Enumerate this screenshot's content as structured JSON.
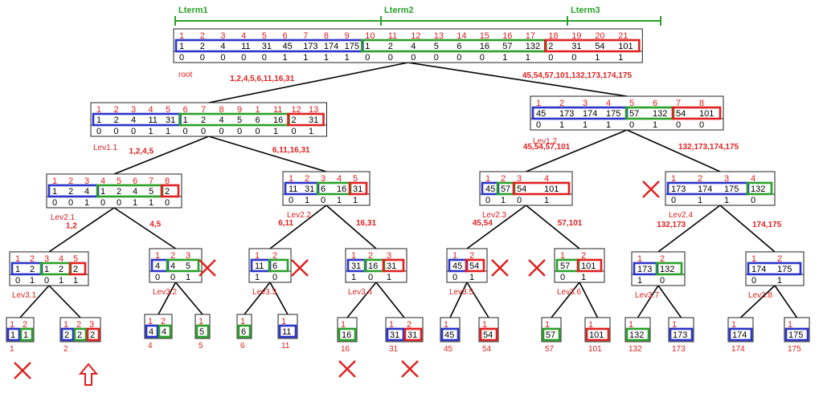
{
  "colors": {
    "blue": "#2b35c9",
    "green": "#2aa02a",
    "red": "#e02020",
    "black": "#000000"
  },
  "terms": [
    {
      "label": "Lterm1",
      "color": "green"
    },
    {
      "label": "Lterm2",
      "color": "green"
    },
    {
      "label": "Lterm3",
      "color": "green"
    }
  ],
  "nodes": [
    {
      "id": "root",
      "label": "root",
      "indices": [
        "1",
        "2",
        "3",
        "4",
        "5",
        "6",
        "7",
        "8",
        "9",
        "10",
        "11",
        "12",
        "13",
        "14",
        "15",
        "16",
        "17",
        "18",
        "19",
        "20",
        "21"
      ],
      "values": [
        "1",
        "2",
        "4",
        "11",
        "31",
        "45",
        "173",
        "174",
        "175",
        "1",
        "2",
        "4",
        "5",
        "6",
        "16",
        "57",
        "132",
        "2",
        "31",
        "54",
        "101"
      ],
      "bits": [
        "0",
        "0",
        "0",
        "0",
        "0",
        "1",
        "1",
        "1",
        "1",
        "0",
        "0",
        "0",
        "0",
        "0",
        "0",
        "1",
        "1",
        "0",
        "0",
        "1",
        "1"
      ],
      "groups": [
        {
          "color": "blue",
          "from": 0,
          "to": 8
        },
        {
          "color": "green",
          "from": 9,
          "to": 16
        },
        {
          "color": "red",
          "from": 17,
          "to": 20
        }
      ]
    },
    {
      "id": "lev11",
      "label": "Lev1.1",
      "indices": [
        "1",
        "2",
        "3",
        "4",
        "5",
        "6",
        "7",
        "8",
        "9",
        "1",
        "11",
        "12",
        "13"
      ],
      "values": [
        "1",
        "2",
        "4",
        "11",
        "31",
        "1",
        "2",
        "4",
        "5",
        "6",
        "16",
        "2",
        "31"
      ],
      "bits": [
        "0",
        "0",
        "0",
        "1",
        "1",
        "0",
        "0",
        "0",
        "0",
        "0",
        "1",
        "0",
        "1"
      ],
      "groups": [
        {
          "color": "blue",
          "from": 0,
          "to": 4
        },
        {
          "color": "green",
          "from": 5,
          "to": 10
        },
        {
          "color": "red",
          "from": 11,
          "to": 12
        }
      ]
    },
    {
      "id": "lev12",
      "label": "Lev1,2",
      "indices": [
        "1",
        "2",
        "3",
        "4",
        "5",
        "6",
        "7",
        "8"
      ],
      "values": [
        "45",
        "173",
        "174",
        "175",
        "57",
        "132",
        "54",
        "101"
      ],
      "bits": [
        "0",
        "1",
        "1",
        "1",
        "0",
        "1",
        "0",
        "0"
      ],
      "groups": [
        {
          "color": "blue",
          "from": 0,
          "to": 3
        },
        {
          "color": "green",
          "from": 4,
          "to": 5
        },
        {
          "color": "red",
          "from": 6,
          "to": 7
        }
      ]
    },
    {
      "id": "lev21",
      "label": "Lev2.1",
      "indices": [
        "1",
        "2",
        "3",
        "4",
        "5",
        "6",
        "7",
        "8"
      ],
      "values": [
        "1",
        "2",
        "4",
        "1",
        "2",
        "4",
        "5",
        "2"
      ],
      "bits": [
        "0",
        "0",
        "1",
        "0",
        "0",
        "1",
        "1",
        "0"
      ],
      "groups": [
        {
          "color": "blue",
          "from": 0,
          "to": 2
        },
        {
          "color": "green",
          "from": 3,
          "to": 6
        },
        {
          "color": "red",
          "from": 7,
          "to": 7
        }
      ]
    },
    {
      "id": "lev22",
      "label": "Lev2.2",
      "indices": [
        "1",
        "2",
        "3",
        "4",
        "5"
      ],
      "values": [
        "11",
        "31",
        "6",
        "16",
        "31"
      ],
      "bits": [
        "0",
        "1",
        "0",
        "1",
        "1"
      ],
      "groups": [
        {
          "color": "blue",
          "from": 0,
          "to": 1
        },
        {
          "color": "green",
          "from": 2,
          "to": 3
        },
        {
          "color": "red",
          "from": 4,
          "to": 4
        }
      ]
    },
    {
      "id": "lev23",
      "label": "Lev2.3",
      "indices": [
        "1",
        "2",
        "3",
        "4"
      ],
      "values": [
        "45",
        "57",
        "54",
        "101"
      ],
      "bits": [
        "0",
        "1",
        "0",
        "1"
      ],
      "groups": [
        {
          "color": "blue",
          "from": 0,
          "to": 0
        },
        {
          "color": "green",
          "from": 1,
          "to": 1
        },
        {
          "color": "red",
          "from": 2,
          "to": 3
        }
      ]
    },
    {
      "id": "lev24",
      "label": "Lev2.4",
      "indices": [
        "1",
        "2",
        "3",
        "4"
      ],
      "values": [
        "173",
        "174",
        "175",
        "132"
      ],
      "bits": [
        "0",
        "1",
        "1",
        "0"
      ],
      "groups": [
        {
          "color": "blue",
          "from": 0,
          "to": 2
        },
        {
          "color": "green",
          "from": 3,
          "to": 3
        }
      ]
    },
    {
      "id": "lev31",
      "label": "Lev3.1",
      "indices": [
        "1",
        "2",
        "3",
        "4",
        "5"
      ],
      "values": [
        "1",
        "2",
        "1",
        "2",
        "2"
      ],
      "bits": [
        "0",
        "1",
        "0",
        "1",
        "1"
      ],
      "groups": [
        {
          "color": "blue",
          "from": 0,
          "to": 1
        },
        {
          "color": "green",
          "from": 2,
          "to": 3
        },
        {
          "color": "red",
          "from": 4,
          "to": 4
        }
      ]
    },
    {
      "id": "lev32",
      "label": "Lev3.2",
      "indices": [
        "1",
        "2",
        "3"
      ],
      "values": [
        "4",
        "4",
        "5"
      ],
      "bits": [
        "0",
        "0",
        "1"
      ],
      "groups": [
        {
          "color": "blue",
          "from": 0,
          "to": 0
        },
        {
          "color": "green",
          "from": 1,
          "to": 2
        }
      ]
    },
    {
      "id": "lev33",
      "label": "Lev3.3",
      "indices": [
        "1",
        "2"
      ],
      "values": [
        "11",
        "6"
      ],
      "bits": [
        "1",
        "0"
      ],
      "groups": [
        {
          "color": "blue",
          "from": 0,
          "to": 0
        },
        {
          "color": "green",
          "from": 1,
          "to": 1
        }
      ]
    },
    {
      "id": "lev34",
      "label": "Lev3.4",
      "indices": [
        "1",
        "2",
        "3"
      ],
      "values": [
        "31",
        "16",
        "31"
      ],
      "bits": [
        "1",
        "0",
        "1"
      ],
      "groups": [
        {
          "color": "blue",
          "from": 0,
          "to": 0
        },
        {
          "color": "green",
          "from": 1,
          "to": 1
        },
        {
          "color": "red",
          "from": 2,
          "to": 2
        }
      ]
    },
    {
      "id": "lev35",
      "label": "Lev3.5",
      "indices": [
        "1",
        "2"
      ],
      "values": [
        "45",
        "54"
      ],
      "bits": [
        "0",
        "1"
      ],
      "groups": [
        {
          "color": "blue",
          "from": 0,
          "to": 0
        },
        {
          "color": "red",
          "from": 1,
          "to": 1
        }
      ]
    },
    {
      "id": "lev36",
      "label": "Lev3.6",
      "indices": [
        "1",
        "2"
      ],
      "values": [
        "57",
        "101"
      ],
      "bits": [
        "0",
        "1"
      ],
      "groups": [
        {
          "color": "green",
          "from": 0,
          "to": 0
        },
        {
          "color": "red",
          "from": 1,
          "to": 1
        }
      ]
    },
    {
      "id": "lev37",
      "label": "Lev3.7",
      "indices": [
        "1",
        "2"
      ],
      "values": [
        "173",
        "132"
      ],
      "bits": [
        "1",
        "0"
      ],
      "groups": [
        {
          "color": "blue",
          "from": 0,
          "to": 0
        },
        {
          "color": "green",
          "from": 1,
          "to": 1
        }
      ]
    },
    {
      "id": "lev38",
      "label": "Lev3.8",
      "indices": [
        "1",
        "2"
      ],
      "values": [
        "174",
        "175"
      ],
      "bits": [
        "0",
        "1"
      ],
      "groups": [
        {
          "color": "blue",
          "from": 0,
          "to": 1
        }
      ]
    }
  ],
  "leaves": [
    {
      "id": "leaf-1",
      "indices": [
        "1",
        "2"
      ],
      "values": [
        "1",
        "1"
      ],
      "colors": [
        "blue",
        "green"
      ],
      "label": "1"
    },
    {
      "id": "leaf-2",
      "indices": [
        "1",
        "2",
        "3"
      ],
      "values": [
        "2",
        "2",
        "2"
      ],
      "colors": [
        "blue",
        "green",
        "red"
      ],
      "label": "2"
    },
    {
      "id": "leaf-4",
      "indices": [
        "1",
        "2"
      ],
      "values": [
        "4",
        "4"
      ],
      "colors": [
        "blue",
        "green"
      ],
      "label": "4"
    },
    {
      "id": "leaf-5",
      "indices": [
        "1"
      ],
      "values": [
        "5"
      ],
      "colors": [
        "green"
      ],
      "label": "5"
    },
    {
      "id": "leaf-6",
      "indices": [
        "1"
      ],
      "values": [
        "6"
      ],
      "colors": [
        "green"
      ],
      "label": "6"
    },
    {
      "id": "leaf-11",
      "indices": [
        "1"
      ],
      "values": [
        "11"
      ],
      "colors": [
        "blue"
      ],
      "label": "11"
    },
    {
      "id": "leaf-16",
      "indices": [
        "1"
      ],
      "values": [
        "16"
      ],
      "colors": [
        "green"
      ],
      "label": "16"
    },
    {
      "id": "leaf-31",
      "indices": [
        "1",
        "2"
      ],
      "values": [
        "31",
        "31"
      ],
      "colors": [
        "blue",
        "red"
      ],
      "label": "31"
    },
    {
      "id": "leaf-45",
      "indices": [
        "1"
      ],
      "values": [
        "45"
      ],
      "colors": [
        "blue"
      ],
      "label": "45"
    },
    {
      "id": "leaf-54",
      "indices": [
        "1"
      ],
      "values": [
        "54"
      ],
      "colors": [
        "red"
      ],
      "label": "54"
    },
    {
      "id": "leaf-57",
      "indices": [
        "1"
      ],
      "values": [
        "57"
      ],
      "colors": [
        "green"
      ],
      "label": "57"
    },
    {
      "id": "leaf-101",
      "indices": [
        "1"
      ],
      "values": [
        "101"
      ],
      "colors": [
        "red"
      ],
      "label": "101"
    },
    {
      "id": "leaf-132",
      "indices": [
        "1"
      ],
      "values": [
        "132"
      ],
      "colors": [
        "green"
      ],
      "label": "132"
    },
    {
      "id": "leaf-173",
      "indices": [
        "1"
      ],
      "values": [
        "173"
      ],
      "colors": [
        "blue"
      ],
      "label": "173"
    },
    {
      "id": "leaf-174",
      "indices": [
        "1"
      ],
      "values": [
        "174"
      ],
      "colors": [
        "blue"
      ],
      "label": "174"
    },
    {
      "id": "leaf-175",
      "indices": [
        "1"
      ],
      "values": [
        "175"
      ],
      "colors": [
        "blue"
      ],
      "label": "175"
    }
  ],
  "edges": [
    {
      "from": "root",
      "to": "lev11",
      "label": "1,2,4,5,6,11,16,31"
    },
    {
      "from": "root",
      "to": "lev12",
      "label": "45,54,57,101,132,173,174,175"
    },
    {
      "from": "lev11",
      "to": "lev21",
      "label": "1,2,4,5"
    },
    {
      "from": "lev11",
      "to": "lev22",
      "label": "6,11,16,31"
    },
    {
      "from": "lev12",
      "to": "lev23",
      "label": "45,54,57,101"
    },
    {
      "from": "lev12",
      "to": "lev24",
      "label": "132,173,174,175"
    },
    {
      "from": "lev21",
      "to": "lev31",
      "label": "1,2"
    },
    {
      "from": "lev21",
      "to": "lev32",
      "label": "4,5"
    },
    {
      "from": "lev22",
      "to": "lev33",
      "label": "6,11"
    },
    {
      "from": "lev22",
      "to": "lev34",
      "label": "16,31"
    },
    {
      "from": "lev23",
      "to": "lev35",
      "label": "45,54"
    },
    {
      "from": "lev23",
      "to": "lev36",
      "label": "57,101"
    },
    {
      "from": "lev24",
      "to": "lev37",
      "label": "132,173"
    },
    {
      "from": "lev24",
      "to": "lev38",
      "label": "174,175"
    },
    {
      "from": "lev31",
      "to": "leaf-1",
      "label": ""
    },
    {
      "from": "lev31",
      "to": "leaf-2",
      "label": ""
    },
    {
      "from": "lev32",
      "to": "leaf-4",
      "label": ""
    },
    {
      "from": "lev32",
      "to": "leaf-5",
      "label": ""
    },
    {
      "from": "lev33",
      "to": "leaf-6",
      "label": ""
    },
    {
      "from": "lev33",
      "to": "leaf-11",
      "label": ""
    },
    {
      "from": "lev34",
      "to": "leaf-16",
      "label": ""
    },
    {
      "from": "lev34",
      "to": "leaf-31",
      "label": ""
    },
    {
      "from": "lev35",
      "to": "leaf-45",
      "label": ""
    },
    {
      "from": "lev35",
      "to": "leaf-54",
      "label": ""
    },
    {
      "from": "lev36",
      "to": "leaf-57",
      "label": ""
    },
    {
      "from": "lev36",
      "to": "leaf-101",
      "label": ""
    },
    {
      "from": "lev37",
      "to": "leaf-132",
      "label": ""
    },
    {
      "from": "lev37",
      "to": "leaf-173",
      "label": ""
    },
    {
      "from": "lev38",
      "to": "leaf-174",
      "label": ""
    },
    {
      "from": "lev38",
      "to": "leaf-175",
      "label": ""
    }
  ],
  "marks": [
    {
      "kind": "cross",
      "near": "lev24"
    },
    {
      "kind": "cross",
      "near": "lev32"
    },
    {
      "kind": "cross",
      "near": "lev33"
    },
    {
      "kind": "cross",
      "near": "lev35"
    },
    {
      "kind": "cross",
      "near": "lev36"
    },
    {
      "kind": "cross",
      "near": "leaf-1"
    },
    {
      "kind": "up-arrow",
      "near": "leaf-2"
    },
    {
      "kind": "cross",
      "near": "leaf-16"
    },
    {
      "kind": "cross",
      "near": "leaf-31"
    }
  ]
}
